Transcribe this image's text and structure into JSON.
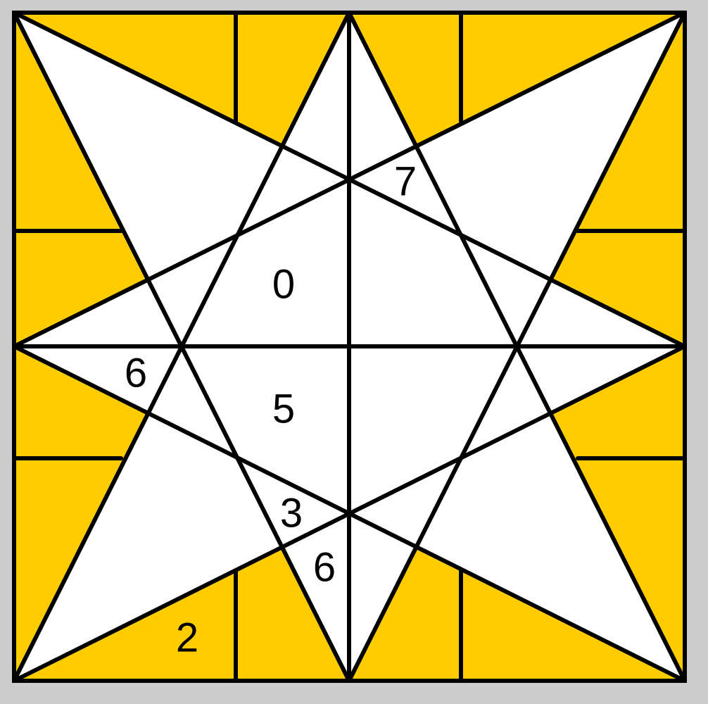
{
  "puzzle": {
    "colors": {
      "background": "#cccccc",
      "filled": "#ffcc00",
      "empty": "#ffffff",
      "line": "#000000"
    },
    "clues": [
      {
        "id": "clue-0",
        "text": "0"
      },
      {
        "id": "clue-5",
        "text": "5"
      },
      {
        "id": "clue-7",
        "text": "7"
      },
      {
        "id": "clue-6-left",
        "text": "6"
      },
      {
        "id": "clue-3",
        "text": "3"
      },
      {
        "id": "clue-6-bottom",
        "text": "6"
      },
      {
        "id": "clue-2",
        "text": "2"
      }
    ]
  }
}
